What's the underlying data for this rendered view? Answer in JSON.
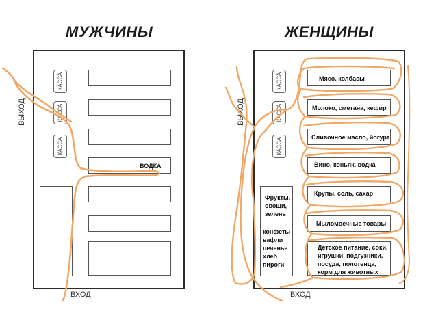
{
  "colors": {
    "path": "#f0a868",
    "wall": "#2b2b2b",
    "shelf": "#555555"
  },
  "men": {
    "title": "МУЖЧИНЫ",
    "exit_label": "ВЫХОД",
    "entrance_label": "ВХОД",
    "registers": [
      "КАССА",
      "КАССА",
      "КАССА"
    ],
    "vodka_label": "ВОДКА"
  },
  "women": {
    "title": "ЖЕНЩИНЫ",
    "exit_label": "ВЫХОД",
    "entrance_label": "ВХОД",
    "registers": [
      "КАССА",
      "КАССА",
      "КАССА"
    ],
    "shelves": [
      "Мясо. колбасы",
      "Молоко, сметана, кефир",
      "Сливочное масло, йогурт",
      "Вино, коньяк, водка",
      "Крупы, соль, сахар",
      "Мыломоечные товары"
    ],
    "kids_lines": [
      "Детское питание, соки,",
      "игрушки, подгузники,",
      "посуда, полотенца,",
      "корм для животных"
    ],
    "left_lines_top": [
      "Фрукты,",
      "овощи,",
      "зелень"
    ],
    "left_lines_bottom": [
      "конфеты",
      "вафли",
      "печенье",
      "хлеб",
      "пироги"
    ]
  }
}
